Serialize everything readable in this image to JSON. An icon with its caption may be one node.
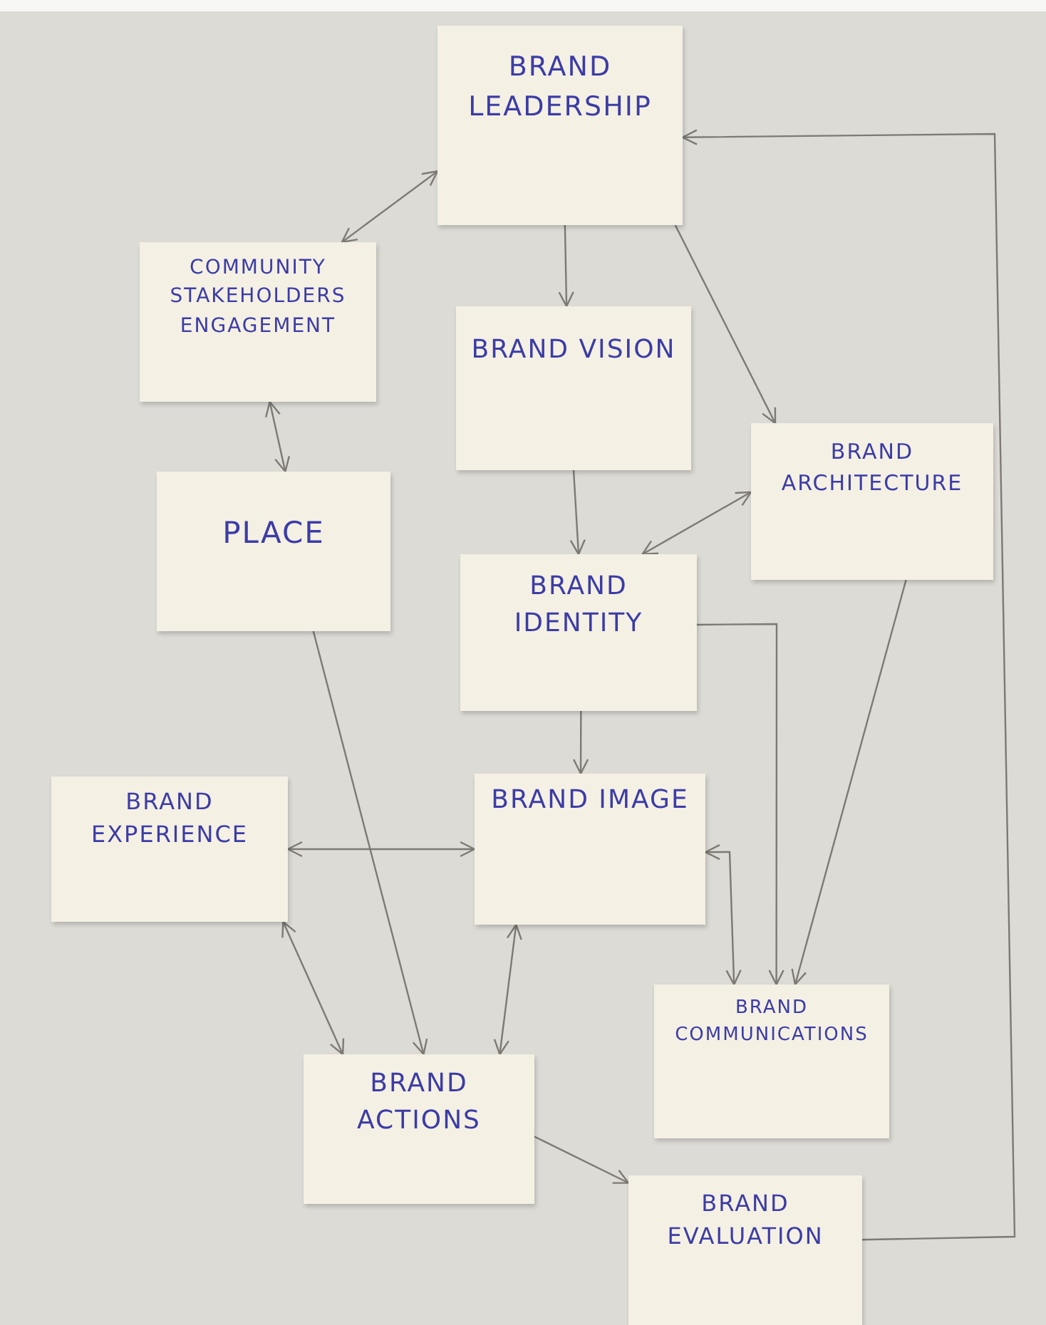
{
  "diagram": {
    "nodes": [
      {
        "text": [
          "BRAND LEADERSHIP"
        ]
      },
      {
        "text": [
          "COMMUNITY STAKEHOLDERS ENGAGEMENT"
        ]
      },
      {
        "text": [
          "BRAND VISION"
        ]
      },
      {
        "text": [
          "BRAND ARCHITECTURE"
        ]
      },
      {
        "text": [
          "PLACE"
        ]
      },
      {
        "text": [
          "BRAND IDENTITY"
        ]
      },
      {
        "text": [
          "BRAND EXPERIENCE"
        ]
      },
      {
        "text": [
          "BRAND IMAGE"
        ]
      },
      {
        "text": [
          "BRAND COMMUNICATIONS"
        ]
      },
      {
        "text": [
          "BRAND ACTIONS"
        ]
      },
      {
        "text": [
          "BRAND EVALUATION"
        ]
      }
    ],
    "edges": [
      {
        "from": 1,
        "to": 0,
        "arrow": "both"
      },
      {
        "from": 0,
        "to": 2,
        "arrow": "to"
      },
      {
        "from": 0,
        "to": 3,
        "arrow": "to"
      },
      {
        "from": 1,
        "to": 4,
        "arrow": "both"
      },
      {
        "from": 2,
        "to": 5,
        "arrow": "to"
      },
      {
        "from": 3,
        "to": 5,
        "arrow": "both"
      },
      {
        "from": 5,
        "to": 7,
        "arrow": "to"
      },
      {
        "from": 5,
        "to": 8,
        "arrow": "to"
      },
      {
        "from": 3,
        "to": 8,
        "arrow": "to"
      },
      {
        "from": 7,
        "to": 8,
        "arrow": "both"
      },
      {
        "from": 6,
        "to": 7,
        "arrow": "both"
      },
      {
        "from": 6,
        "to": 9,
        "arrow": "both"
      },
      {
        "from": 4,
        "to": 9,
        "arrow": "to"
      },
      {
        "from": 7,
        "to": 9,
        "arrow": "both"
      },
      {
        "from": 9,
        "to": 10,
        "arrow": "to"
      },
      {
        "from": 10,
        "to": 0,
        "arrow": "to"
      }
    ]
  }
}
